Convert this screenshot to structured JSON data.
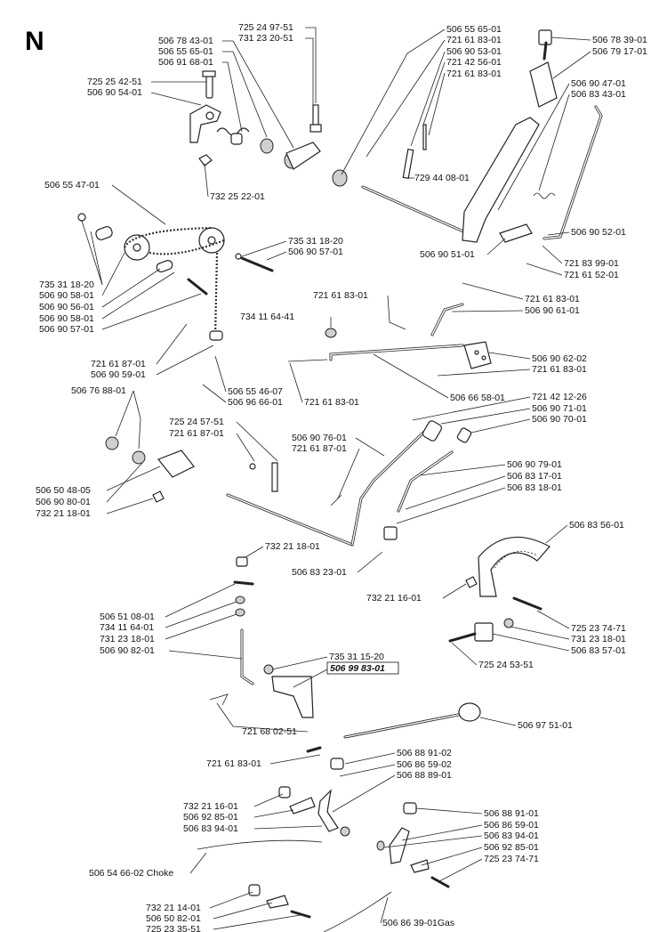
{
  "section_letter": "N",
  "callouts": [
    "725 24 97-51",
    "731 23 20-51",
    "506 78 43-01",
    "506 55 65-01",
    "506 91 68-01",
    "725 25 42-51",
    "506 90 54-01",
    "506 55 65-01",
    "721 61 83-01",
    "506 90 53-01",
    "721 42 56-01",
    "721 61 83-01",
    "506 78 39-01",
    "506 79 17-01",
    "506 90 47-01",
    "506 83 43-01",
    "729 44 08-01",
    "506 55 47-01",
    "732 25 22-01",
    "506 90 52-01",
    "506 90 51-01",
    "721 83 99-01",
    "721 61 52-01",
    "735 31 18-20",
    "506 90 57-01",
    "735 31 18-20",
    "506 90 58-01",
    "506 90 56-01",
    "506 90 58-01",
    "506 90 57-01",
    "721 61 83-01",
    "721 61 83-01",
    "506 90 61-01",
    "734 11 64-41",
    "506 90 62-02",
    "721 61 83-01",
    "721 61 87-01",
    "506 90 59-01",
    "506 55 46-07",
    "506 96 66-01",
    "721 61 83-01",
    "506 66 58-01",
    "506 76 88-01",
    "721 42 12-26",
    "506 90 71-01",
    "506 90 70-01",
    "725 24 57-51",
    "721 61 87-01",
    "506 90 76-01",
    "721 61 87-01",
    "506 90 79-01",
    "506 83 17-01",
    "506 83 18-01",
    "506 50 48-05",
    "506 90 80-01",
    "732 21 18-01",
    "506 83 56-01",
    "732 21 18-01",
    "506 83 23-01",
    "732 21 16-01",
    "725 23 74-71",
    "731 23 18-01",
    "506 83 57-01",
    "506 51 08-01",
    "734 11 64-01",
    "731 23 18-01",
    "725 24 53-51",
    "506 90 82-01",
    "735 31 15-20",
    "506 99 83-01",
    "721 68 02-51",
    "506 97 51-01",
    "721 61 83-01",
    "506 88 91-02",
    "506 86 59-02",
    "506 88 89-01",
    "732 21 16-01",
    "506 92 85-01",
    "506 83 94-01",
    "506 88 91-01",
    "506 86 59-01",
    "506 83 94-01",
    "506 92 85-01",
    "725 23 74-71",
    "506 54 66-02 Choke",
    "732 21 14-01",
    "506 50 82-01",
    "725 23 35-51",
    "506 86 39-01Gas"
  ]
}
